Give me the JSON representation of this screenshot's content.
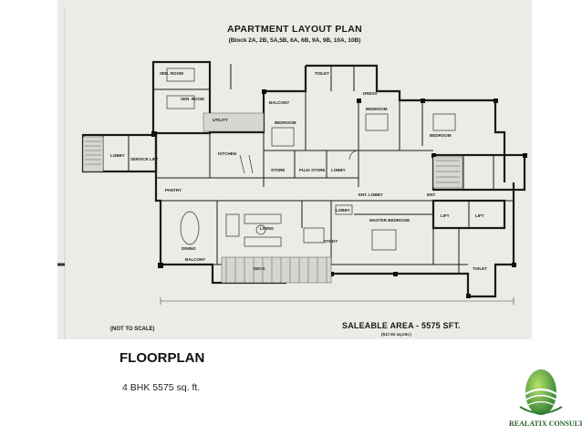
{
  "plan": {
    "title": "APARTMENT LAYOUT PLAN",
    "subtitle": "(Block 2A, 2B, 5A,5B, 6A, 6B, 9A, 9B, 10A, 10B)",
    "scale_note": "(NOT TO SCALE)",
    "area_note": "SALEABLE AREA - 5575 SFT.",
    "area_sub": "(517.91 sq.mtr.)",
    "rooms": {
      "ser_room_1": "SER. ROOM",
      "ser_room_2": "SER. ROOM",
      "utility": "UTILITY",
      "balcony_top": "BALCONY",
      "toilet_top": "TOILET",
      "dress": "DRESS",
      "bedroom_1": "BEDROOM",
      "bedroom_2": "BEDROOM",
      "bedroom_3": "BEDROOM",
      "lobby_left": "LOBBY",
      "service_lift": "SERVICE LIFT",
      "kitchen": "KITCHEN",
      "store": "STORE",
      "puja": "PUJA STORE",
      "lobby_mid": "LOBBY",
      "pantry": "PANTRY",
      "ent_lobby": "ENT. LOBBY",
      "ent": "ENT.",
      "lift_1": "LIFT",
      "lift_2": "LIFT",
      "living": "LIVING",
      "dining": "DINING",
      "study": "STUDY",
      "lobby_low": "LOBBY",
      "master_bedroom": "MASTER BEDROOM",
      "balcony_bottom": "BALCONY",
      "deck": "DECK",
      "toilet_bottom": "TOILET"
    }
  },
  "slide": {
    "title": "FLOORPLAN",
    "caption": "4 BHK 5575 sq. ft."
  },
  "logo": {
    "text": "REALATIX CONSULTING",
    "icon": "leaf-globe-icon",
    "colors": {
      "green_dark": "#2e7d32",
      "green_light": "#8bc34a"
    }
  }
}
